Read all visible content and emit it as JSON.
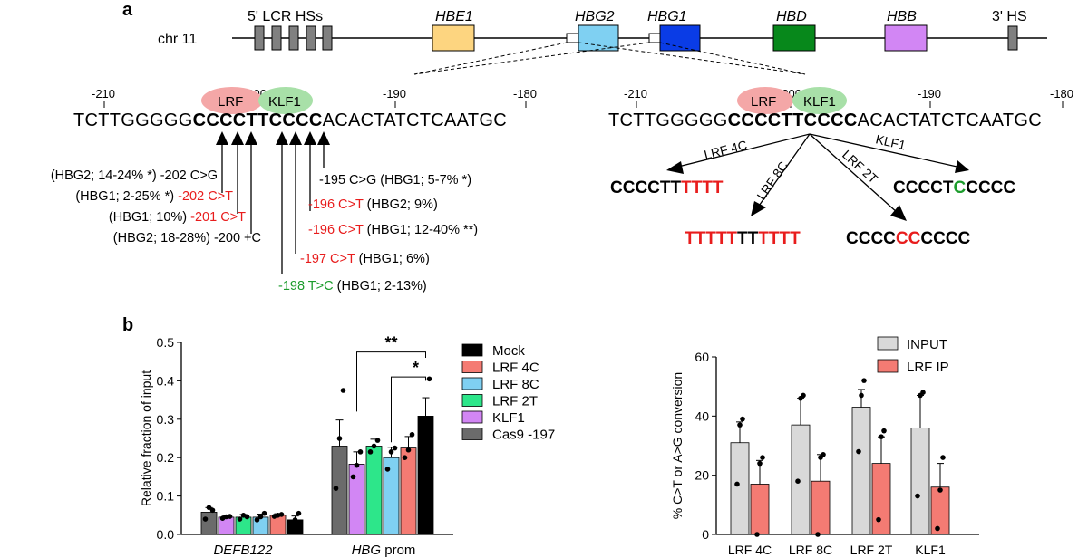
{
  "panel_a": {
    "label": "a",
    "chromosome": "chr 11",
    "loci": [
      "5' LCR HSs",
      "HBE1",
      "HBG2",
      "HBG1",
      "HBD",
      "HBB",
      "3' HS"
    ],
    "colors": {
      "HBE1": "#fdd580",
      "HBG2": "#7fd0f2",
      "HBG1": "#0a3ce6",
      "HBD": "#07881b",
      "HBB": "#d286f4",
      "LCR": "#808080",
      "LRF": "#f4a7a7",
      "KLF1": "#a8e0a8",
      "red": "#e81c1c",
      "green": "#1c9c2c"
    },
    "ticks_left": [
      "-210",
      "-200",
      "-190",
      "-180"
    ],
    "ticks_right": [
      "-210",
      "-200",
      "-190",
      "-180"
    ],
    "seq_prefix": "TCTTGGGGG",
    "seq_bold": "CCCCTTCCCC",
    "seq_suffix": "ACACTATCTCAATGC",
    "factor_lrf": "LRF",
    "factor_klf1": "KLF1",
    "mutations": [
      {
        "pre": "(HBG2; 14-24% *) ",
        "mut": "-202 C>G",
        "post": "",
        "color": "black"
      },
      {
        "pre": "(HBG1; 2-25% *) ",
        "mut": "-202 C>T",
        "post": "",
        "color": "red"
      },
      {
        "pre": "(HBG1; 10%) ",
        "mut": "-201 C>T",
        "post": "",
        "color": "red"
      },
      {
        "pre": "(HBG2; 18-28%) ",
        "mut": "-200 +C",
        "post": "",
        "color": "black"
      },
      {
        "pre": "",
        "mut": "-198 T>C",
        "post": " (HBG1; 2-13%)",
        "color": "green"
      },
      {
        "pre": "",
        "mut": "-197 C>T",
        "post": " (HBG1; 6%)",
        "color": "red"
      },
      {
        "pre": "",
        "mut": "-196 C>T",
        "post": " (HBG1; 12-40% **)",
        "color": "red"
      },
      {
        "pre": "",
        "mut": "-196 C>T",
        "post": " (HBG2; 9%)",
        "color": "red"
      },
      {
        "pre": "",
        "mut": "-195 C>G",
        "post": " (HBG1; 5-7% *)",
        "color": "black"
      }
    ],
    "editors": {
      "lrf4c": {
        "name": "LRF 4C",
        "seq_black": "CCCCTT",
        "seq_red": "TTTT"
      },
      "lrf8c": {
        "name": "LRF 8C",
        "seq_red1": "TTTTT",
        "seq_black": "TT",
        "seq_red2": "TTTT"
      },
      "lrf2t": {
        "name": "LRF 2T",
        "seq_black1": "CCCC",
        "seq_red": "CC",
        "seq_black2": "CCCC"
      },
      "klf1": {
        "name": "KLF1",
        "seq_black1": "CCCCT",
        "seq_green": "C",
        "seq_black2": "CCCC"
      }
    }
  },
  "panel_b": {
    "label": "b",
    "significance": [
      "**",
      "*"
    ]
  },
  "chart_data": [
    {
      "type": "bar",
      "ylabel": "Relative fraction of input",
      "ylim": [
        0,
        0.5
      ],
      "yticks": [
        "0.0",
        "0.1",
        "0.2",
        "0.3",
        "0.4",
        "0.5"
      ],
      "categories": [
        "DEFB122",
        "HBG prom"
      ],
      "legend_position": "right",
      "legend": [
        "Mock",
        "LRF 4C",
        "LRF 8C",
        "LRF 2T",
        "KLF1",
        "Cas9 -197"
      ],
      "series": [
        {
          "name": "Cas9 -197",
          "color": "#6b6b6b",
          "values": [
            0.058,
            0.23
          ],
          "errors": [
            0.012,
            0.068
          ],
          "points": [
            [
              0.04,
              0.07,
              0.063
            ],
            [
              0.12,
              0.25,
              0.375
            ]
          ]
        },
        {
          "name": "KLF1",
          "color": "#d286f4",
          "values": [
            0.045,
            0.183
          ],
          "errors": [
            0.004,
            0.032
          ],
          "points": [
            [
              0.042,
              0.046,
              0.047
            ],
            [
              0.15,
              0.18,
              0.215
            ]
          ]
        },
        {
          "name": "LRF 2T",
          "color": "#2de68a",
          "values": [
            0.045,
            0.23
          ],
          "errors": [
            0.007,
            0.018
          ],
          "points": [
            [
              0.04,
              0.05,
              0.046
            ],
            [
              0.215,
              0.23,
              0.245
            ]
          ]
        },
        {
          "name": "LRF 8C",
          "color": "#7fd0f2",
          "values": [
            0.045,
            0.2
          ],
          "errors": [
            0.008,
            0.027
          ],
          "points": [
            [
              0.038,
              0.046,
              0.055
            ],
            [
              0.17,
              0.215,
              0.225
            ]
          ]
        },
        {
          "name": "LRF 4C",
          "color": "#f47b73",
          "values": [
            0.05,
            0.225
          ],
          "errors": [
            0.004,
            0.03
          ],
          "points": [
            [
              0.047,
              0.05,
              0.052
            ],
            [
              0.2,
              0.22,
              0.26
            ]
          ]
        },
        {
          "name": "Mock",
          "color": "#000000",
          "values": [
            0.038,
            0.308
          ],
          "errors": [
            0.01,
            0.048
          ],
          "points": [
            [
              0.023,
              0.038,
              0.055
            ],
            [
              0.25,
              0.3,
              0.405
            ]
          ]
        }
      ]
    },
    {
      "type": "bar",
      "ylabel": "% C>T or A>G conversion",
      "ylim": [
        0,
        60
      ],
      "yticks": [
        "0",
        "20",
        "40",
        "60"
      ],
      "categories": [
        "LRF 4C",
        "LRF 8C",
        "LRF 2T",
        "KLF1"
      ],
      "legend_position": "top-right",
      "series": [
        {
          "name": "INPUT",
          "color": "#d9d9d9",
          "values": [
            31,
            37,
            43,
            36
          ],
          "errors": [
            7,
            9,
            6,
            11
          ],
          "points": [
            [
              17,
              37,
              39
            ],
            [
              18,
              46,
              47
            ],
            [
              28,
              47,
              52
            ],
            [
              13,
              47,
              48
            ]
          ]
        },
        {
          "name": "LRF IP",
          "color": "#f47b73",
          "values": [
            17,
            18,
            24,
            16
          ],
          "errors": [
            8,
            9,
            9,
            8
          ],
          "points": [
            [
              0,
              24,
              26
            ],
            [
              0,
              26,
              27
            ],
            [
              5,
              33,
              35
            ],
            [
              2,
              15,
              26
            ]
          ]
        }
      ]
    }
  ]
}
